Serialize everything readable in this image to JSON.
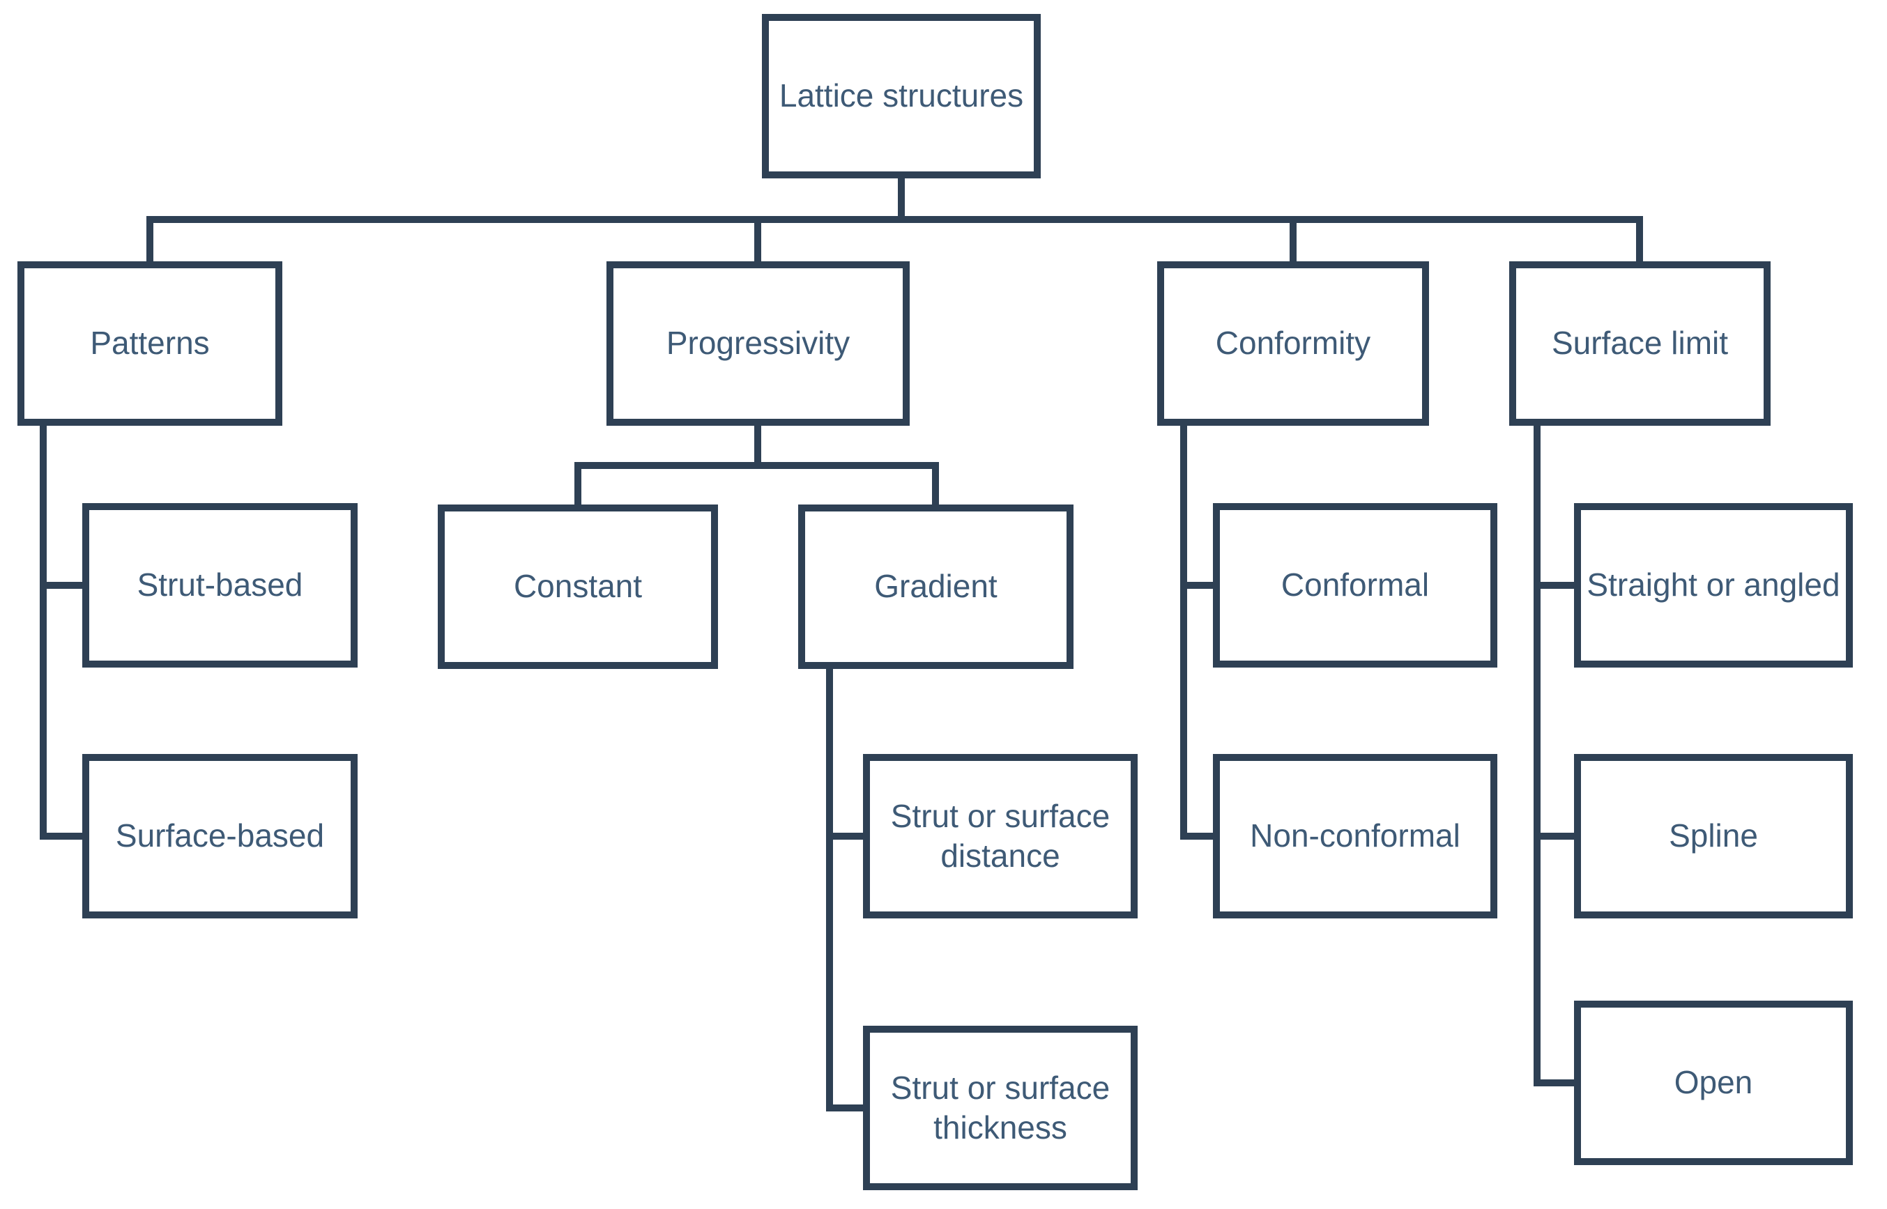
{
  "colors": {
    "line": "#2e4054",
    "text": "#3e5a76",
    "background": "#ffffff",
    "box_fill": "#ffffff"
  },
  "diagram": {
    "title": "Lattice structures",
    "type": "tree",
    "root": {
      "label": "Lattice structures",
      "children": [
        {
          "label": "Patterns",
          "children": [
            {
              "label": "Strut-based"
            },
            {
              "label": "Surface-based"
            }
          ]
        },
        {
          "label": "Progressivity",
          "children": [
            {
              "label": "Constant"
            },
            {
              "label": "Gradient",
              "children": [
                {
                  "label": "Strut or surface distance"
                },
                {
                  "label": "Strut or surface thickness"
                }
              ]
            }
          ]
        },
        {
          "label": "Conformity",
          "children": [
            {
              "label": "Conformal"
            },
            {
              "label": "Non-conformal"
            }
          ]
        },
        {
          "label": "Surface limit",
          "children": [
            {
              "label": "Straight or angled"
            },
            {
              "label": "Spline"
            },
            {
              "label": "Open"
            }
          ]
        }
      ]
    }
  }
}
